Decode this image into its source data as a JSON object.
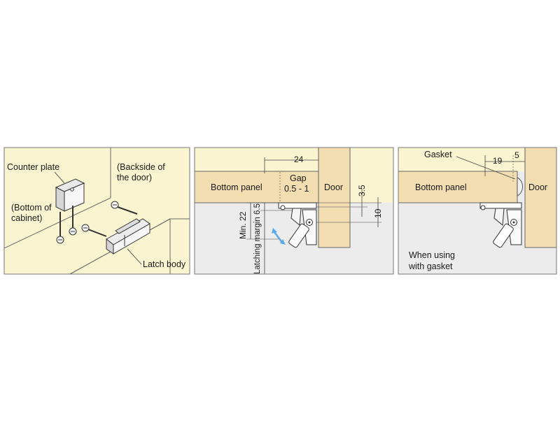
{
  "panel1": {
    "counter_plate": "Counter plate",
    "bottom_of_cabinet_1": "(Bottom of",
    "bottom_of_cabinet_2": "cabinet)",
    "backside_door_1": "(Backside of",
    "backside_door_2": "the door)",
    "latch_body": "Latch body"
  },
  "panel2": {
    "bottom_panel": "Bottom panel",
    "door": "Door",
    "dim_24": "24",
    "gap_label": "Gap",
    "gap_value": "0.5 - 1",
    "dim_3_5": "3.5",
    "dim_10": "10",
    "dim_min22": "Min. 22",
    "latching_margin": "Latching margin 6.5"
  },
  "panel3": {
    "gasket": "Gasket",
    "dim_19": "19",
    "dim_5": "5",
    "bottom_panel": "Bottom panel",
    "door": "Door",
    "note_1": "When using",
    "note_2": "with gasket"
  },
  "colors": {
    "cabinet": "#fbf4d0",
    "wood": "#f2deb1",
    "wall": "#ececec",
    "line": "#5a5a5a",
    "arrow": "#5aa9e6"
  }
}
